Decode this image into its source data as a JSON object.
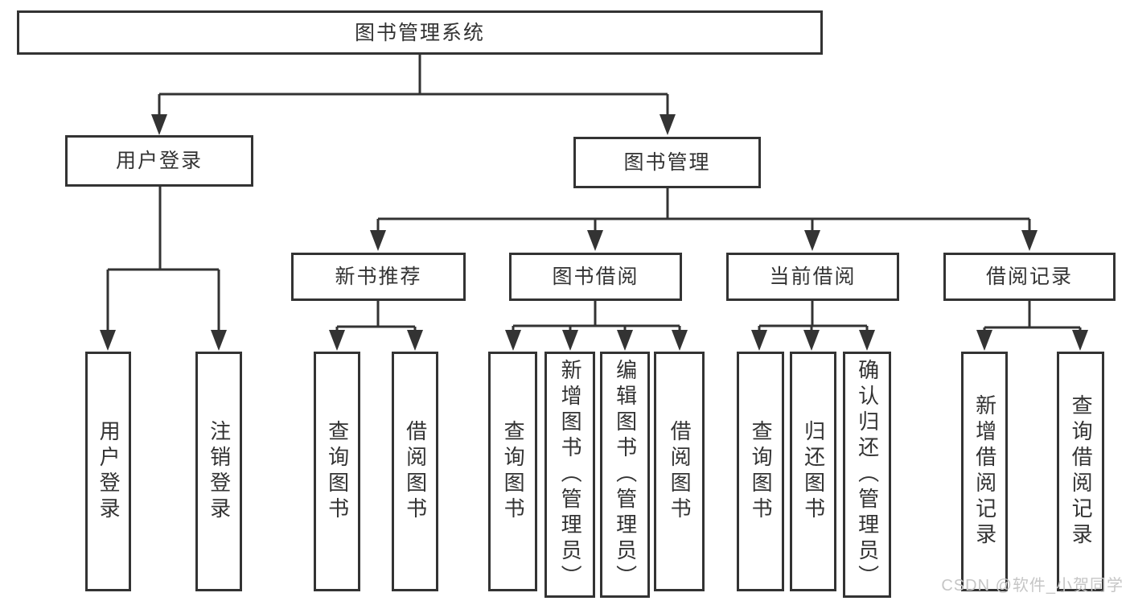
{
  "tree": {
    "label": "图书管理系统",
    "children": [
      {
        "label": "用户登录",
        "children": [
          {
            "label": "用户登录"
          },
          {
            "label": "注销登录"
          }
        ]
      },
      {
        "label": "图书管理",
        "children": [
          {
            "label": "新书推荐",
            "children": [
              {
                "label": "查询图书"
              },
              {
                "label": "借阅图书"
              }
            ]
          },
          {
            "label": "图书借阅",
            "children": [
              {
                "label": "查询图书"
              },
              {
                "label": "新增图书（管理员）"
              },
              {
                "label": "编辑图书（管理员）"
              },
              {
                "label": "借阅图书"
              }
            ]
          },
          {
            "label": "当前借阅",
            "children": [
              {
                "label": "查询图书"
              },
              {
                "label": "归还图书"
              },
              {
                "label": "确认归还（管理员）"
              }
            ]
          },
          {
            "label": "借阅记录",
            "children": [
              {
                "label": "新增借阅记录"
              },
              {
                "label": "查询借阅记录"
              }
            ]
          }
        ]
      }
    ]
  },
  "watermark": {
    "text": "CSDN @软件_小贺同学"
  },
  "colors": {
    "line": "#333333",
    "text": "#333333",
    "watermark": "#c6c6c6",
    "background": "#ffffff"
  }
}
